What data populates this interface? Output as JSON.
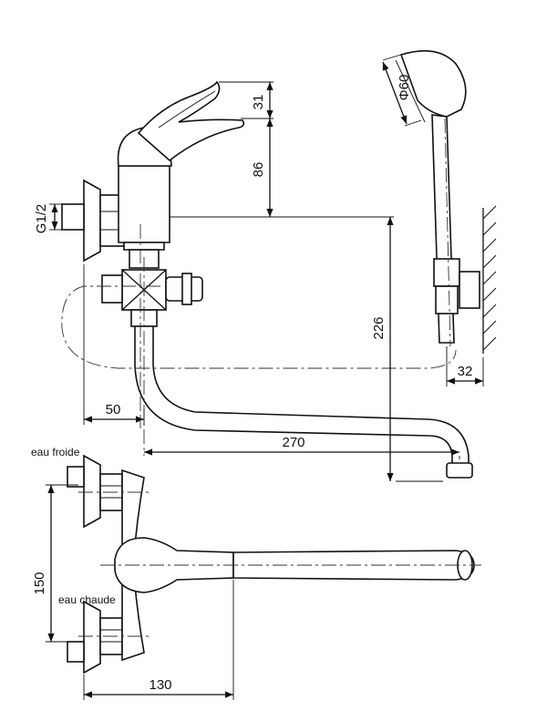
{
  "dimensions": {
    "handle_top": "31",
    "handle_height": "86",
    "thread": "G1/2",
    "spout_drop": "226",
    "offset_50": "50",
    "spout_reach": "270",
    "wall_gap": "32",
    "diameter": "Φ60",
    "inlet_spacing": "150",
    "depth": "130"
  },
  "labels": {
    "cold_water": "eau froide",
    "hot_water": "eau chaude"
  },
  "colors": {
    "line": "#111111",
    "background": "#ffffff"
  }
}
